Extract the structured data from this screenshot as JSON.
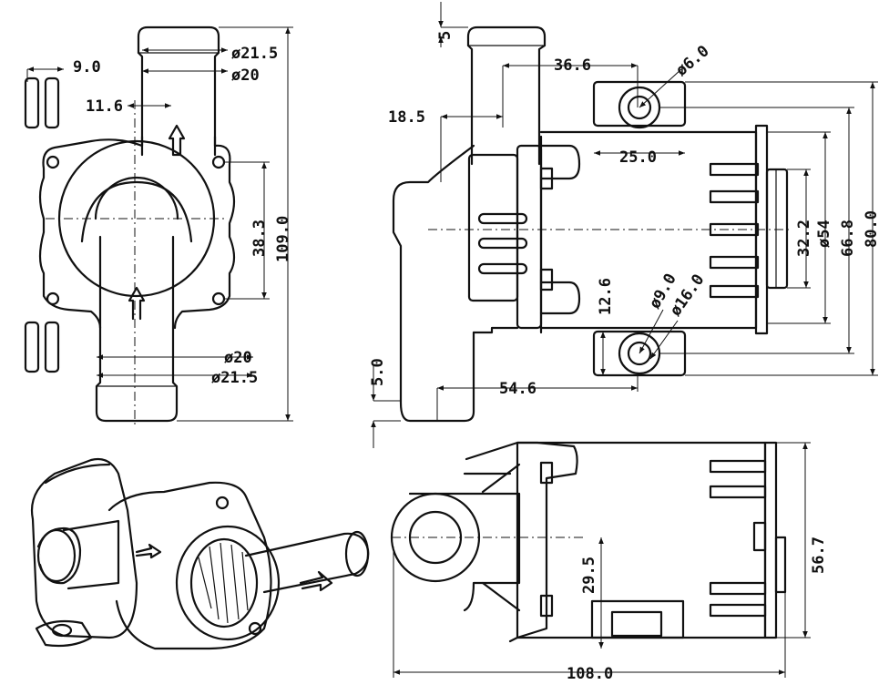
{
  "front_view": {
    "dia_outlet_outer": "ø21.5",
    "dia_outlet_inner": "ø20",
    "dim_flange_width": "9.0",
    "dim_offset": "11.6",
    "dim_hole_spacing": "38.3",
    "dim_total_height": "109.0",
    "dia_inlet_inner": "ø20",
    "dia_inlet_outer": "ø21.5"
  },
  "side_view": {
    "dim_top": "5",
    "dim_outlet_offset": "36.6",
    "dia_mount_hole": "ø6.0",
    "dim_inlet_offset": "18.5",
    "dim_hole_x": "25.0",
    "dim_rear_flange": "32.2",
    "dia_body": "ø54",
    "dim_hole_spacing": "66.8",
    "dim_total_height": "80.0",
    "dim_foot": "12.6",
    "dia_foot_hole_inner": "ø9.0",
    "dia_foot_hole_outer": "ø16.0",
    "dim_bottom": "5.0",
    "dim_length_to_hole": "54.6"
  },
  "top_view": {
    "dim_center": "29.5",
    "dim_height": "56.7",
    "dim_length": "108.0"
  }
}
